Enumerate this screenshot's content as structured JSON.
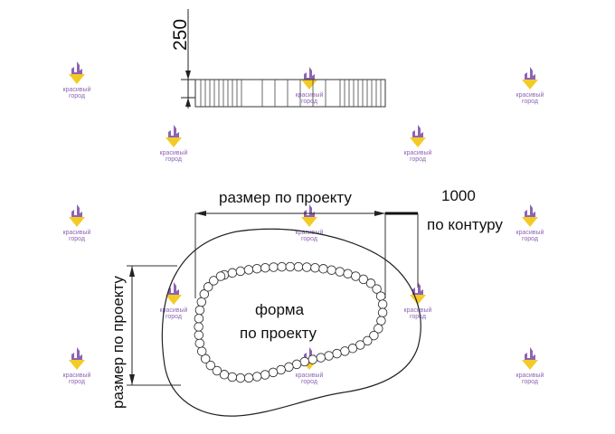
{
  "dimensions": {
    "height_label": "250",
    "width_label": "размер по проекту",
    "side_label": "размер по проекту",
    "contour_value": "1000",
    "contour_label": "по контуру"
  },
  "center_text": {
    "line1": "форма",
    "line2": "по проекту"
  },
  "watermark": {
    "brand_line1": "красивый",
    "brand_line2": "город",
    "color": "#7a4aa8",
    "accent_color": "#f2c200"
  }
}
